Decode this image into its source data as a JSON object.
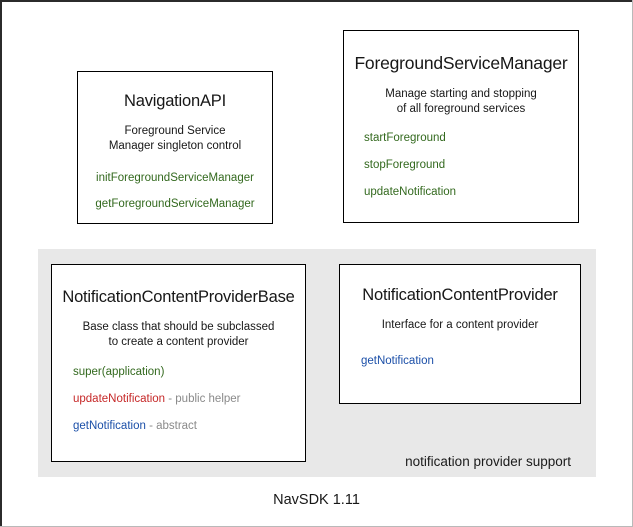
{
  "diagram": {
    "footer_label": "NavSDK 1.11",
    "group": {
      "label": "notification provider support",
      "background": "#e8e8e8"
    },
    "colors": {
      "method_green": "#33691e",
      "method_red": "#c62828",
      "method_blue": "#1b4fa8",
      "note_gray": "#8a8a8a",
      "border": "#000000",
      "panel_bg": "#e8e8e8"
    },
    "cards": {
      "navigation_api": {
        "title": "NavigationAPI",
        "description_line1": "Foreground Service",
        "description_line2": "Manager singleton control",
        "members": [
          {
            "name": "initForegroundServiceManager",
            "note": ""
          },
          {
            "name": "getForegroundServiceManager",
            "note": ""
          }
        ]
      },
      "foreground_service_manager": {
        "title": "ForegroundServiceManager",
        "description_line1": "Manage starting and stopping",
        "description_line2": "of all foreground services",
        "members": [
          {
            "name": "startForeground",
            "note": ""
          },
          {
            "name": "stopForeground",
            "note": ""
          },
          {
            "name": "updateNotification",
            "note": ""
          }
        ]
      },
      "notification_content_provider_base": {
        "title": "NotificationContentProviderBase",
        "description_line1": "Base class that should be subclassed",
        "description_line2": "to create a content provider",
        "members": [
          {
            "name": "super(application)",
            "note": ""
          },
          {
            "name": "updateNotification",
            "note": " - public helper"
          },
          {
            "name": "getNotification",
            "note": " - abstract"
          }
        ]
      },
      "notification_content_provider": {
        "title": "NotificationContentProvider",
        "description_line1": "Interface for a content provider",
        "description_line2": "",
        "members": [
          {
            "name": "getNotification",
            "note": ""
          }
        ]
      }
    }
  }
}
